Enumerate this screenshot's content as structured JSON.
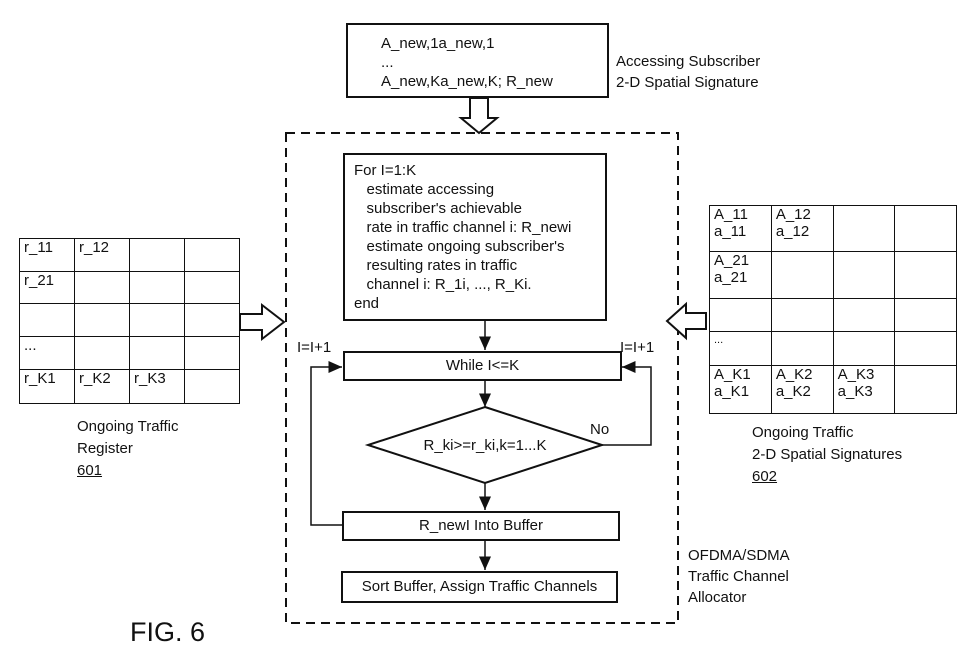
{
  "new_sig_box": {
    "line1": "A_new,1a_new,1",
    "line2": "...",
    "line3": "A_new,Ka_new,K; R_new"
  },
  "new_sig_label": {
    "line1": "Accessing Subscriber",
    "line2": "2-D Spatial Signature"
  },
  "loop_box": {
    "lines": [
      "For I=1:K",
      "   estimate accessing",
      "   subscriber's achievable",
      "   rate in traffic channel i: R_newi",
      "   estimate ongoing subscriber's",
      "   resulting rates in traffic",
      "   channel i: R_1i, ..., R_Ki.",
      "end"
    ]
  },
  "while_box": "While I<=K",
  "decision": "R_ki>=r_ki,k=1...K",
  "no_label": "No",
  "inc_left": "I=I+1",
  "inc_right": "I=I+1",
  "buffer_box": "R_newI Into Buffer",
  "sort_box": "Sort Buffer, Assign Traffic Channels",
  "allocator_label": {
    "line1": "OFDMA/SDMA",
    "line2": "Traffic Channel",
    "line3": "Allocator"
  },
  "register_table": {
    "rows": [
      [
        "r_11",
        "r_12",
        "",
        ""
      ],
      [
        "r_21",
        "",
        "",
        ""
      ],
      [
        "",
        "",
        "",
        ""
      ],
      [
        "...",
        "",
        "",
        ""
      ],
      [
        "r_K1",
        "r_K2",
        "r_K3",
        ""
      ]
    ]
  },
  "register_label": {
    "line1": "Ongoing Traffic",
    "line2": "Register",
    "ref": "601"
  },
  "signature_table": {
    "rows": [
      [
        "A_11\na_11",
        "A_12\na_12",
        "",
        ""
      ],
      [
        "A_21\na_21",
        "",
        "",
        ""
      ],
      [
        "",
        "",
        "",
        ""
      ],
      [
        "...",
        "",
        "",
        ""
      ],
      [
        "A_K1\na_K1",
        "A_K2\na_K2",
        "A_K3\na_K3",
        ""
      ]
    ]
  },
  "signature_label": {
    "line1": "Ongoing Traffic",
    "line2": "2-D Spatial Signatures",
    "ref": "602"
  },
  "figure_label": "FIG. 6"
}
